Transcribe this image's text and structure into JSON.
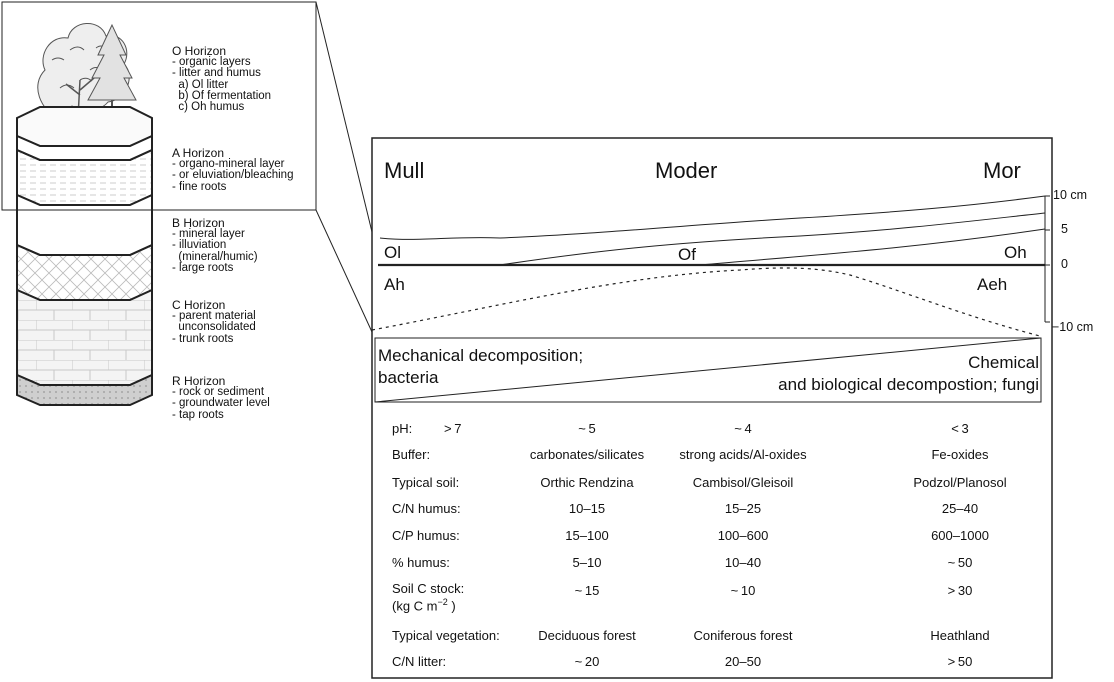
{
  "horizons": [
    {
      "title": "O Horizon",
      "lines": [
        "- organic layers",
        "- litter and humus",
        "  a) Ol litter",
        "  b) Of fermentation",
        "  c) Oh humus"
      ]
    },
    {
      "title": "A Horizon",
      "lines": [
        "- organo-mineral layer",
        "- or eluviation/bleaching",
        "- fine roots"
      ]
    },
    {
      "title": "B Horizon",
      "lines": [
        "- mineral layer",
        "- illuviation",
        "  (mineral/humic)",
        "- large roots"
      ]
    },
    {
      "title": "C Horizon",
      "lines": [
        "- parent material",
        "  unconsolidated",
        "- trunk roots"
      ]
    },
    {
      "title": "R Horizon",
      "lines": [
        "- rock or sediment",
        "- groundwater level",
        "- tap roots"
      ]
    }
  ],
  "humus_forms": {
    "mull": "Mull",
    "moder": "Moder",
    "mor": "Mor"
  },
  "layer_labels": {
    "ol": "Ol",
    "of": "Of",
    "oh": "Oh",
    "ah": "Ah",
    "aeh": "Aeh"
  },
  "depth_scale": {
    "t10": "10 cm",
    "t5": "5",
    "t0": "0",
    "tm10": "−10 cm"
  },
  "decomposition": {
    "left_line1": "Mechanical decomposition;",
    "left_line2": "bacteria",
    "right_line1": "Chemical",
    "right_line2": "and biological decompostion; fungi"
  },
  "table": {
    "ph": {
      "label": "pH:",
      "c0": "> 7",
      "c1": "~ 5",
      "c2": "~ 4",
      "c3": "< 3"
    },
    "rows": [
      {
        "label": "Buffer:",
        "c1": "carbonates/silicates",
        "c2": "strong acids/Al-oxides",
        "c3": "Fe-oxides"
      },
      {
        "label": "Typical soil:",
        "c1": "Orthic Rendzina",
        "c2": "Cambisol/Gleisoil",
        "c3": "Podzol/Planosol"
      },
      {
        "label": "C/N humus:",
        "c1": "10–15",
        "c2": "15–25",
        "c3": "25–40"
      },
      {
        "label": "C/P humus:",
        "c1": "15–100",
        "c2": "100–600",
        "c3": "600–1000"
      },
      {
        "label": "% humus:",
        "c1": "5–10",
        "c2": "10–40",
        "c3": "~ 50"
      },
      {
        "label": "Soil C stock:",
        "c1": "~ 15",
        "c2": "~ 10",
        "c3": "> 30"
      },
      {
        "label": "Typical vegetation:",
        "c1": "Deciduous forest",
        "c2": "Coniferous forest",
        "c3": "Heathland"
      },
      {
        "label": "C/N litter:",
        "c1": "~ 20",
        "c2": "20–50",
        "c3": "> 50"
      }
    ],
    "stock_unit_a": "(kg C m",
    "stock_unit_exp": "−2",
    "stock_unit_b": " )"
  }
}
